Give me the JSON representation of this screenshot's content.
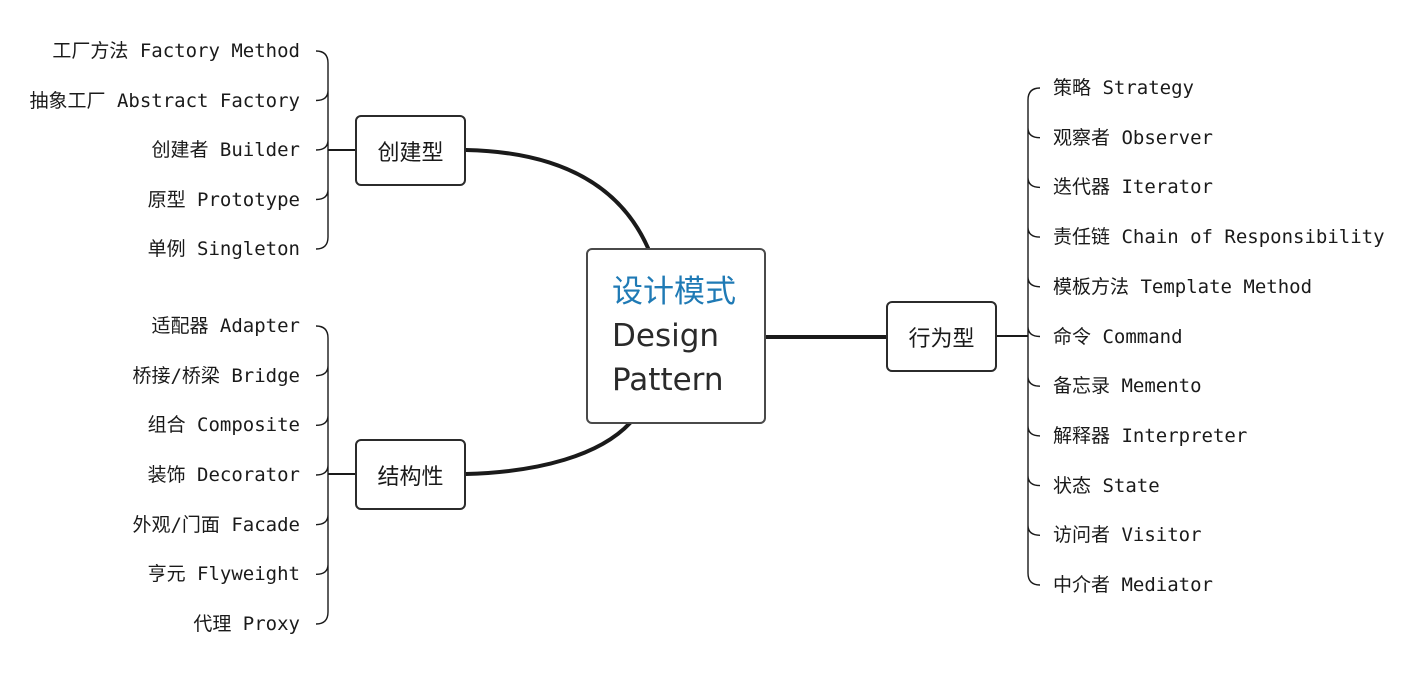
{
  "center": {
    "title_cn": "设计模式",
    "title_en_line1": "Design",
    "title_en_line2": "Pattern"
  },
  "categories": {
    "creational": {
      "label": "创建型",
      "items": [
        "工厂方法 Factory Method",
        "抽象工厂 Abstract Factory",
        "创建者 Builder",
        "原型 Prototype",
        "单例 Singleton"
      ]
    },
    "structural": {
      "label": "结构性",
      "items": [
        "适配器 Adapter",
        "桥接/桥梁 Bridge",
        "组合 Composite",
        "装饰 Decorator",
        "外观/门面 Facade",
        "亨元 Flyweight",
        "代理 Proxy"
      ]
    },
    "behavioral": {
      "label": "行为型",
      "items": [
        "策略 Strategy",
        "观察者 Observer",
        "迭代器 Iterator",
        "责任链 Chain of Responsibility",
        "模板方法 Template Method",
        "命令 Command",
        "备忘录 Memento",
        "解释器 Interpreter",
        "状态 State",
        "访问者 Visitor",
        "中介者 Mediator"
      ]
    }
  }
}
